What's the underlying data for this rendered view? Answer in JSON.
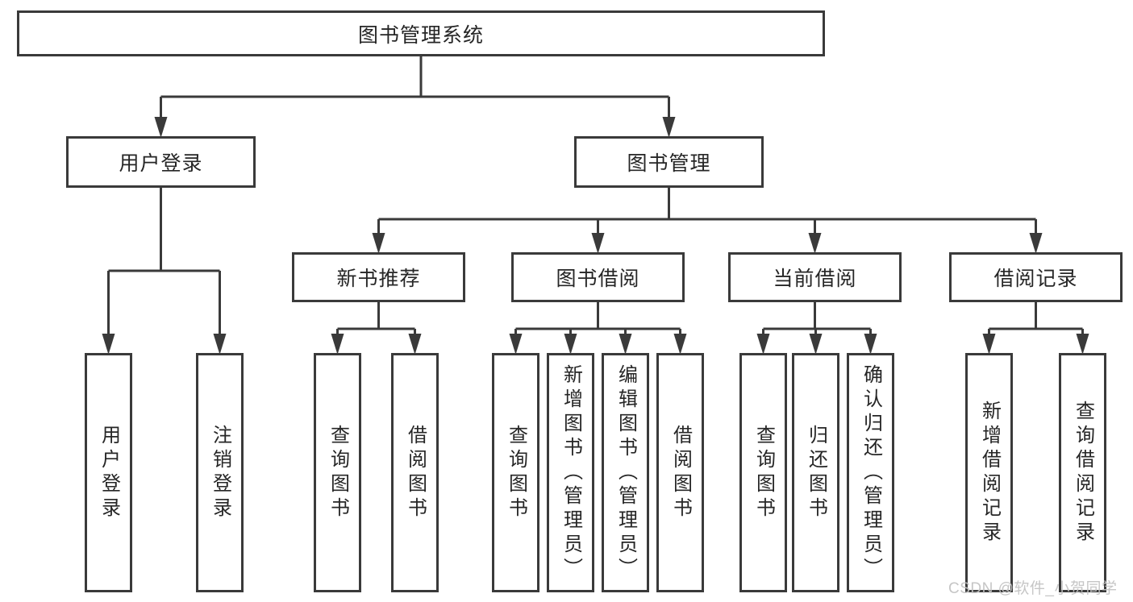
{
  "diagram": {
    "root": {
      "label": "图书管理系统"
    },
    "level2": [
      {
        "label": "用户登录"
      },
      {
        "label": "图书管理"
      }
    ],
    "level3": [
      {
        "parent": "图书管理",
        "label": "新书推荐"
      },
      {
        "parent": "图书管理",
        "label": "图书借阅"
      },
      {
        "parent": "图书管理",
        "label": "当前借阅"
      },
      {
        "parent": "图书管理",
        "label": "借阅记录"
      }
    ],
    "leaves": [
      {
        "parent": "用户登录",
        "label": "用户登录"
      },
      {
        "parent": "用户登录",
        "label": "注销登录"
      },
      {
        "parent": "新书推荐",
        "label": "查询图书"
      },
      {
        "parent": "新书推荐",
        "label": "借阅图书"
      },
      {
        "parent": "图书借阅",
        "label": "查询图书"
      },
      {
        "parent": "图书借阅",
        "label": "新增图书（管理员）"
      },
      {
        "parent": "图书借阅",
        "label": "编辑图书（管理员）"
      },
      {
        "parent": "图书借阅",
        "label": "借阅图书"
      },
      {
        "parent": "当前借阅",
        "label": "查询图书"
      },
      {
        "parent": "当前借阅",
        "label": "归还图书"
      },
      {
        "parent": "当前借阅",
        "label": "确认归还（管理员）"
      },
      {
        "parent": "借阅记录",
        "label": "新增借阅记录"
      },
      {
        "parent": "借阅记录",
        "label": "查询借阅记录"
      }
    ],
    "line_color": "#3a3a3a"
  },
  "watermark": {
    "text": "CSDN @软件_小贺同学"
  }
}
